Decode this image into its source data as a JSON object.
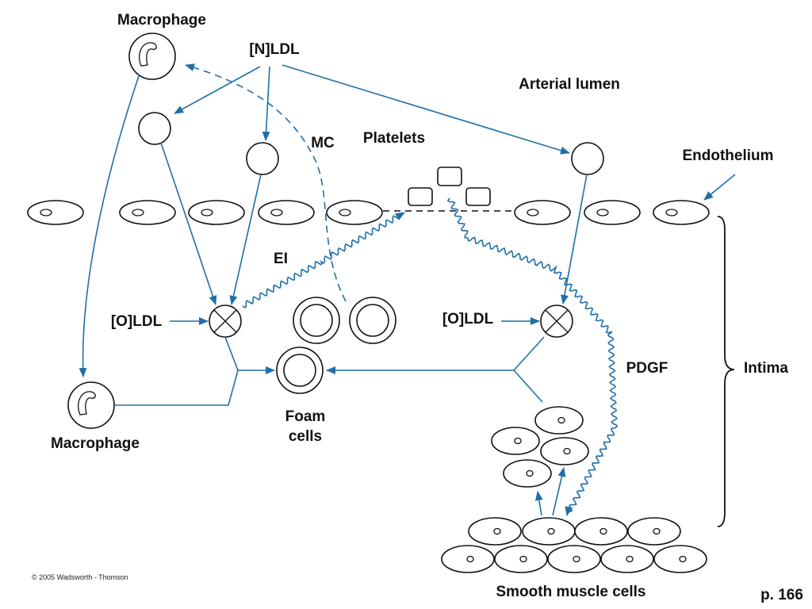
{
  "labels": {
    "macrophage_top": "Macrophage",
    "nldl": "[N]LDL",
    "arterial_lumen": "Arterial lumen",
    "mc": "MC",
    "platelets": "Platelets",
    "endothelium": "Endothelium",
    "ei": "EI",
    "oldl_left": "[O]LDL",
    "oldl_right": "[O]LDL",
    "pdgf": "PDGF",
    "intima": "Intima",
    "foam_cells_line1": "Foam",
    "foam_cells_line2": "cells",
    "macrophage_bottom": "Macrophage",
    "smooth_muscle_cells": "Smooth muscle cells",
    "copyright": "© 2005 Wadsworth - Thomson",
    "page": "p. 166"
  },
  "colors": {
    "arrow": "#1f6fa8",
    "outline": "#111111"
  }
}
